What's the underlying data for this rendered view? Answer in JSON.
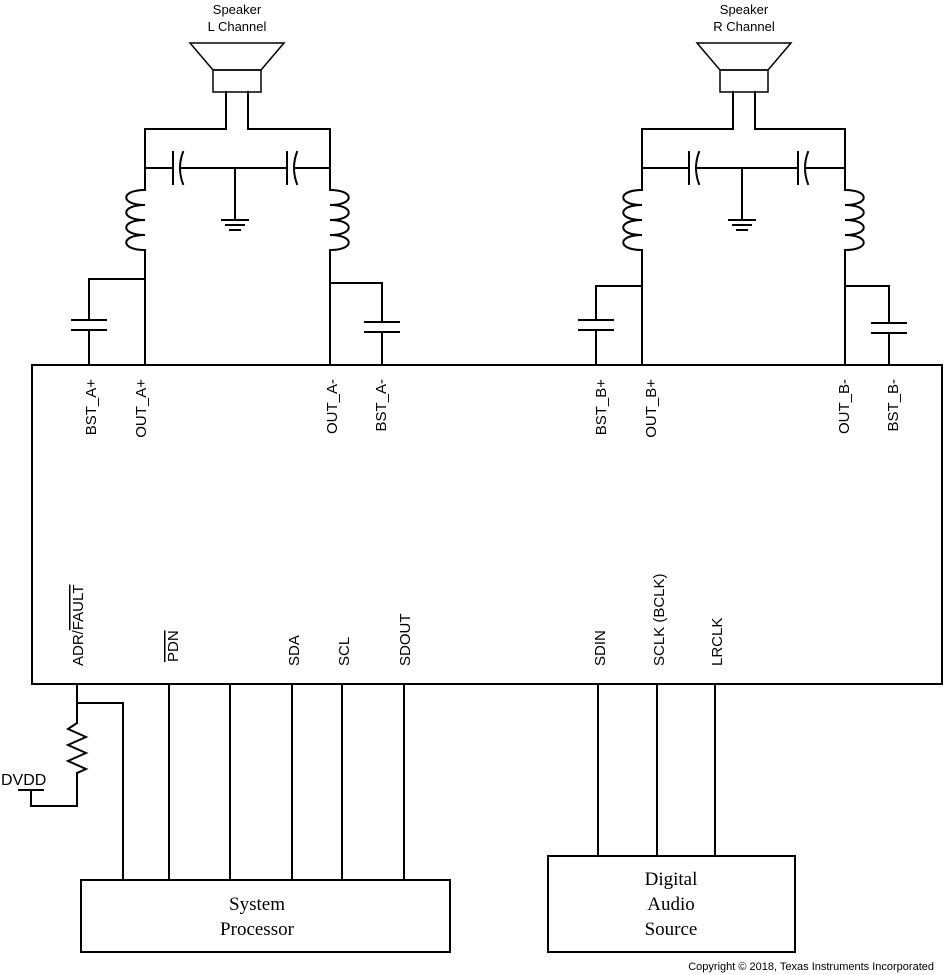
{
  "speakers": {
    "left": {
      "line1": "Speaker",
      "line2": "L Channel"
    },
    "right": {
      "line1": "Speaker",
      "line2": "R Channel"
    }
  },
  "top_pins": {
    "bst_a_plus": "BST_A+",
    "out_a_plus": "OUT_A+",
    "out_a_minus": "OUT_A-",
    "bst_a_minus": "BST_A-",
    "bst_b_plus": "BST_B+",
    "out_b_plus": "OUT_B+",
    "out_b_minus": "OUT_B-",
    "bst_b_minus": "BST_B-"
  },
  "bottom_pins": {
    "adr_fault_prefix": "ADR/",
    "adr_fault_overbar": "FAULT",
    "pdn": "PDN",
    "sda": "SDA",
    "scl": "SCL",
    "sdout": "SDOUT",
    "sdin": "SDIN",
    "sclk": "SCLK (BCLK)",
    "lrclk": "LRCLK"
  },
  "supply_label": "DVDD",
  "blocks": {
    "system_processor": {
      "line1": "System",
      "line2": "Processor"
    },
    "digital_audio_source": {
      "line1": "Digital",
      "line2": "Audio",
      "line3": "Source"
    }
  },
  "copyright": "Copyright © 2018, Texas Instruments Incorporated"
}
